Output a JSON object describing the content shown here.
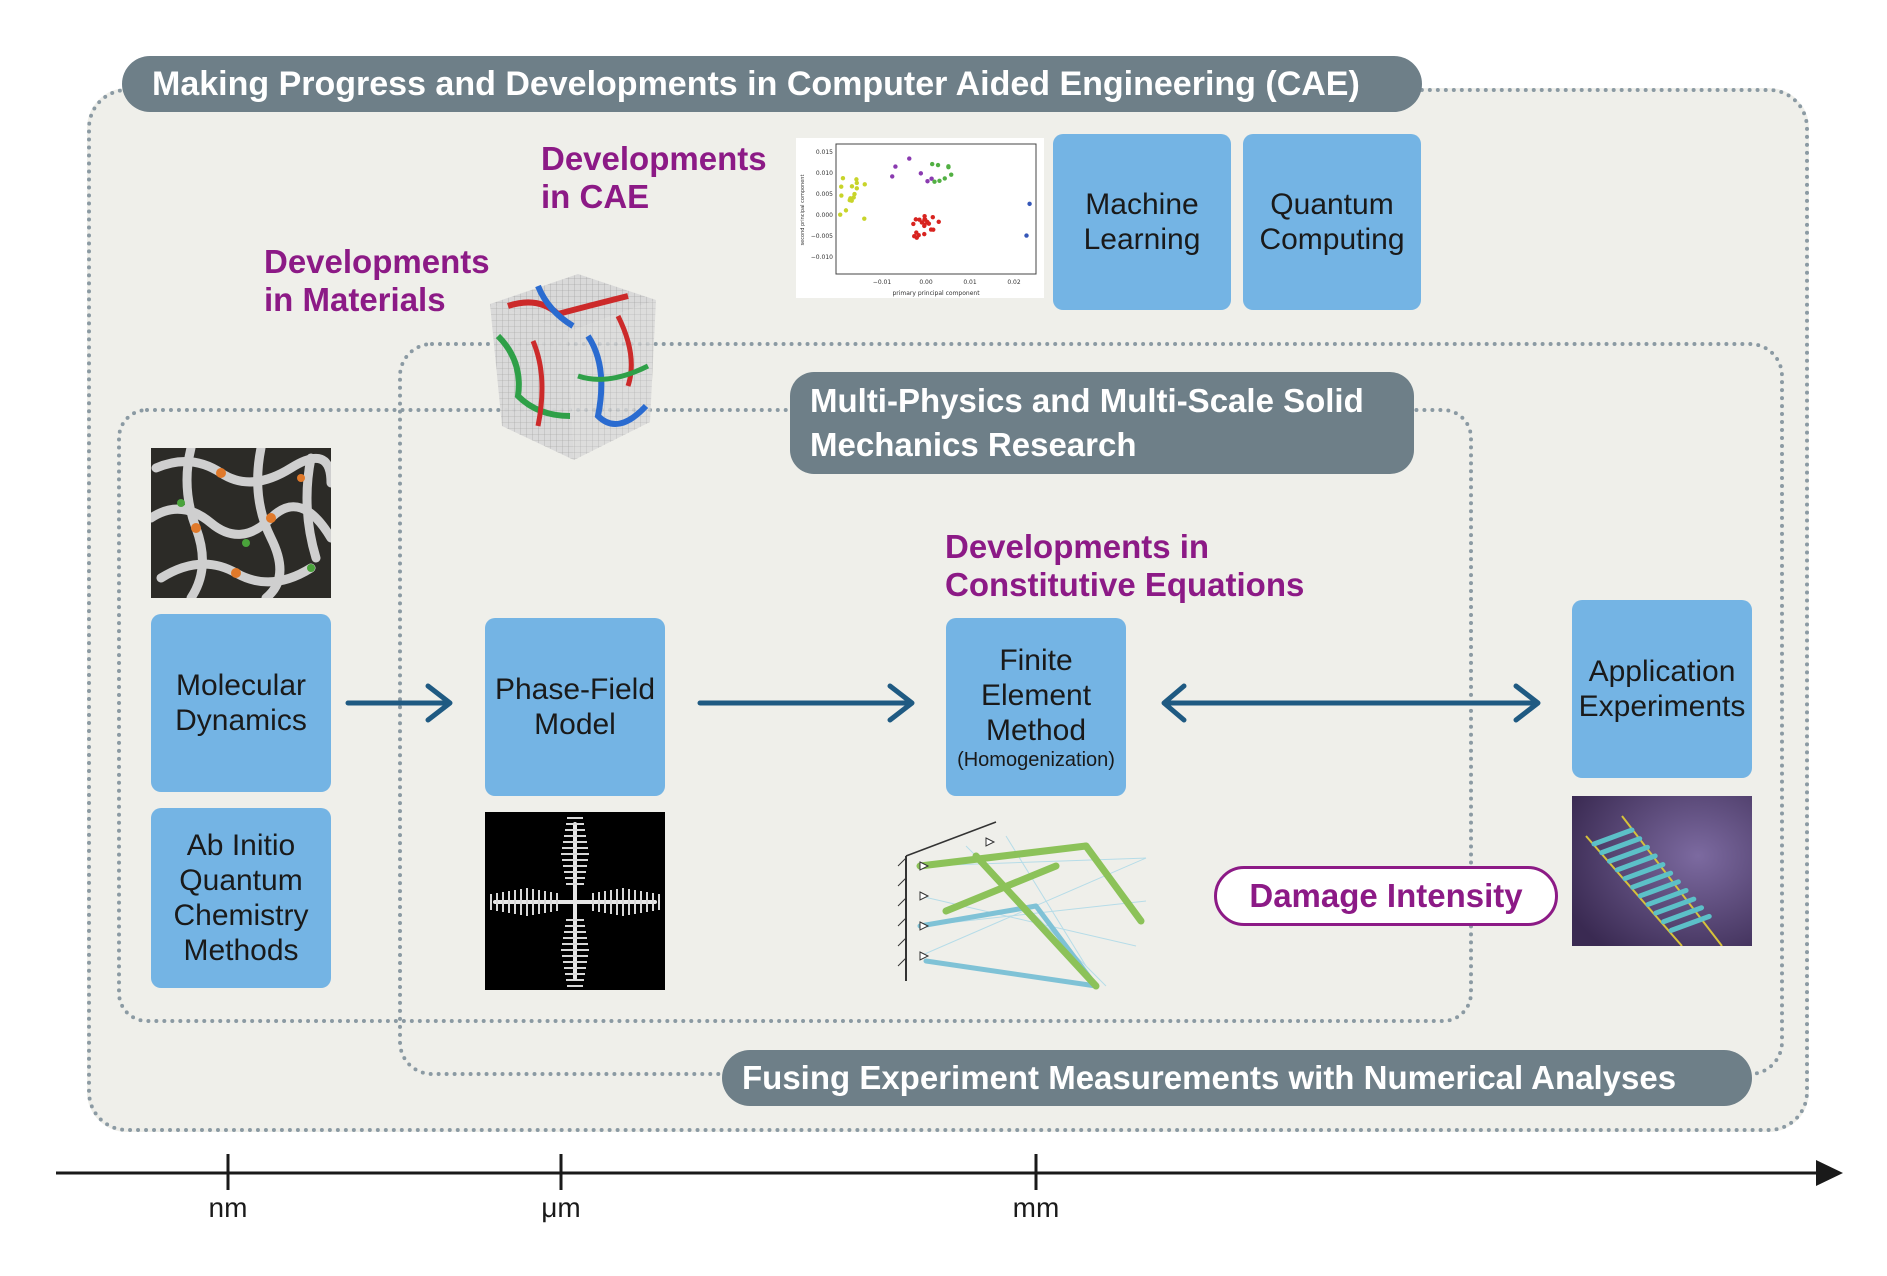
{
  "banners": {
    "cae": "Making Progress and Developments in Computer Aided Engineering (CAE)",
    "multiphysics": "Multi-Physics and Multi-Scale Solid Mechanics Research",
    "fusing": "Fusing Experiment Measurements with Numerical Analyses"
  },
  "headings": {
    "cae": "Developments in CAE",
    "materials": "Developments in Materials",
    "constitutive": "Developments in Constitutive Equations"
  },
  "boxes": {
    "machine_learning": "Machine Learning",
    "quantum_computing": "Quantum Computing",
    "molecular_dynamics": "Molecular Dynamics",
    "ab_initio": "Ab Initio Quantum Chemistry Methods",
    "phase_field": "Phase-Field Model",
    "fem": "Finite Element Method",
    "fem_sub": "(Homogenization)",
    "application": "Application Experiments"
  },
  "damage_label": "Damage Intensity",
  "axis": {
    "ticks": [
      "nm",
      "μm",
      "mm"
    ]
  },
  "scatter_plot": {
    "ylabel": "second principal component",
    "xlabel": "primary principal component",
    "y_ticks": [
      "0.015",
      "0.010",
      "0.005",
      "0.000",
      "−0.005",
      "−0.010"
    ],
    "x_ticks": [
      "−0.01",
      "0.00",
      "0.01",
      "0.02"
    ],
    "point_colors": [
      "#c8d42a",
      "#d8231f",
      "#8a3ab0",
      "#52b043",
      "#3557b8"
    ]
  },
  "colors": {
    "box_fill": "#74b4e4",
    "banner_fill": "#6e7f88",
    "heading": "#8c1a86",
    "arrow": "#1f5a82",
    "background": "#efefea"
  }
}
